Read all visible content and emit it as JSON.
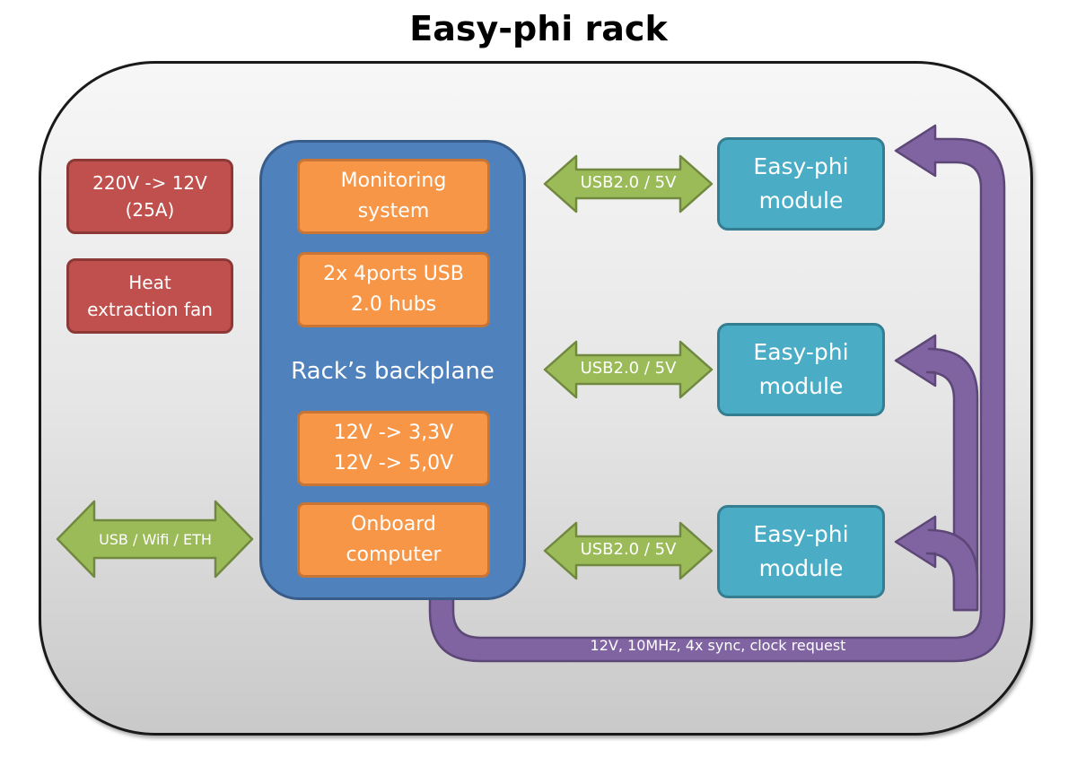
{
  "title": "Easy-phi rack",
  "power_supply": "220V -> 12V\n(25A)",
  "fan": "Heat\nextraction fan",
  "backplane": {
    "label": "Rack’s backplane",
    "monitoring": "Monitoring\nsystem",
    "usb_hubs": "2x 4ports USB\n2.0 hubs",
    "regulators": "12V -> 3,3V\n12V -> 5,0V",
    "computer": "Onboard\ncomputer"
  },
  "external_link": "USB / Wifi / ETH",
  "module_links": [
    "USB2.0 / 5V",
    "USB2.0 / 5V",
    "USB2.0 / 5V"
  ],
  "modules": [
    "Easy-phi\nmodule",
    "Easy-phi\nmodule",
    "Easy-phi\nmodule"
  ],
  "bus_label": "12V, 10MHz, 4x sync, clock request",
  "colors": {
    "power_box": "#c0504d",
    "backplane": "#4f81bd",
    "sub_block": "#f79646",
    "module": "#4bacc6",
    "link_arrow": "#9bbb59",
    "bus": "#8064a2"
  }
}
